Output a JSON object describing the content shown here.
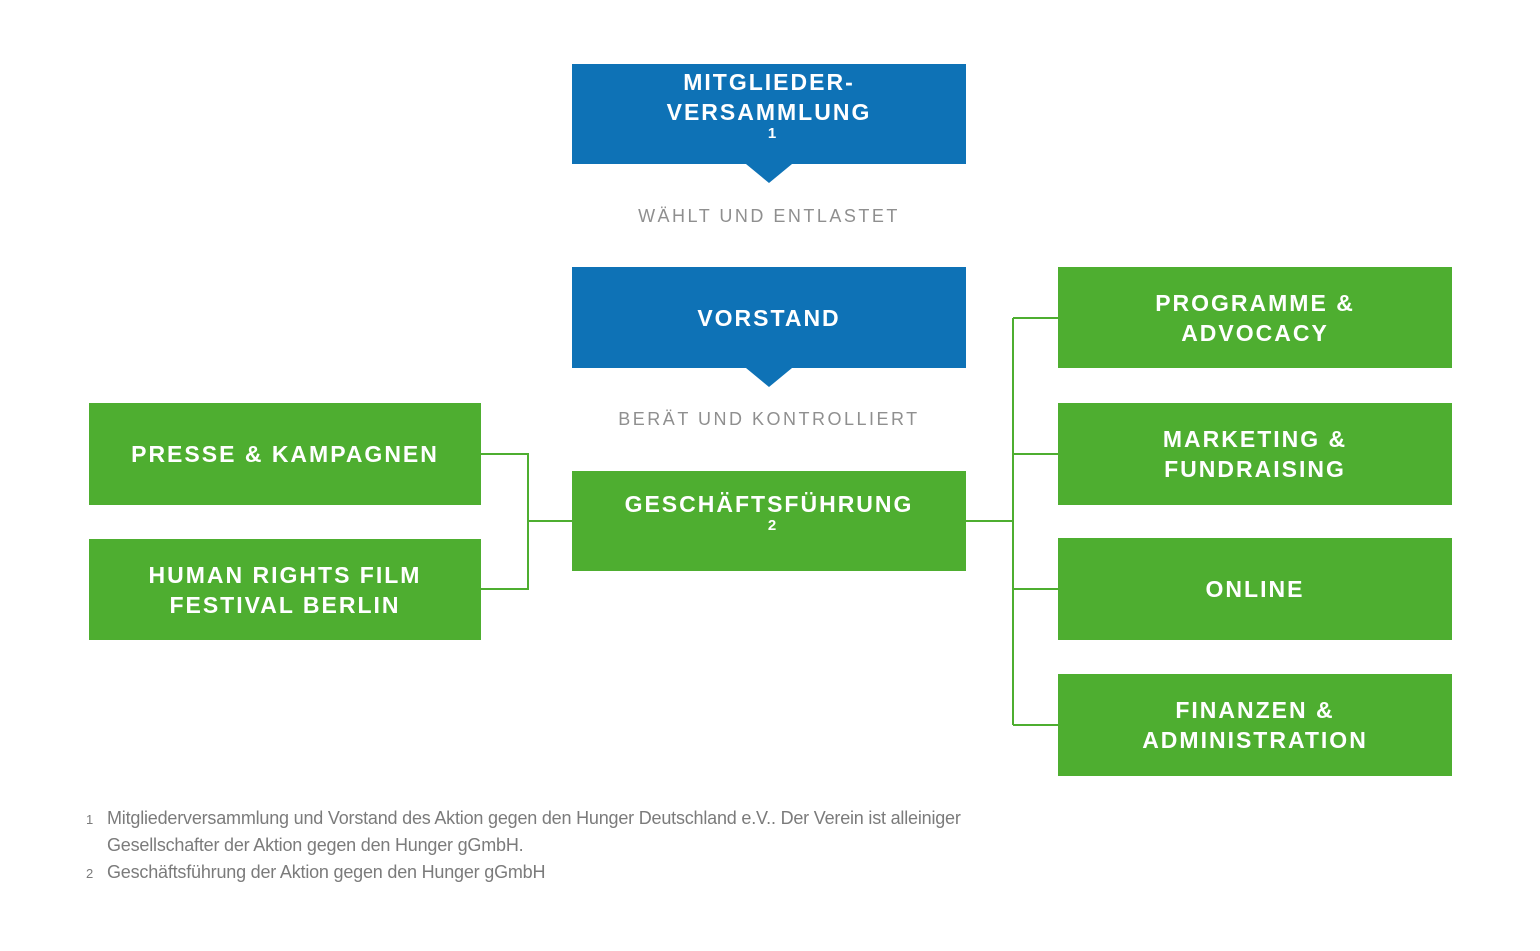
{
  "diagram": {
    "type": "org-chart",
    "colors": {
      "governance_blue": "#0e72b6",
      "department_green": "#4eae30",
      "relation_gray": "#8f8f8f",
      "footnote_gray": "#7b7b7b",
      "background": "#ffffff"
    },
    "chain": {
      "mitgliederversammlung": {
        "line1": "MITGLIEDER-",
        "line2": "VERSAMMLUNG",
        "footnote_ref": "1"
      },
      "relation1": "WÄHLT UND ENTLASTET",
      "vorstand": {
        "label": "VORSTAND"
      },
      "relation2": "BERÄT UND KONTROLLIERT",
      "geschaeftsfuehrung": {
        "label": "GESCHÄFTSFÜHRUNG",
        "footnote_ref": "2"
      }
    },
    "departments_left": [
      {
        "label": "PRESSE & KAMPAGNEN"
      },
      {
        "line1": "HUMAN RIGHTS FILM",
        "line2": "FESTIVAL BERLIN"
      }
    ],
    "departments_right": [
      {
        "line1": "PROGRAMME &",
        "line2": "ADVOCACY"
      },
      {
        "line1": "MARKETING &",
        "line2": "FUNDRAISING"
      },
      {
        "label": "ONLINE"
      },
      {
        "line1": "FINANZEN &",
        "line2": "ADMINISTRATION"
      }
    ],
    "footnotes": [
      {
        "marker": "1",
        "text": "Mitgliederversammlung und Vorstand des Aktion gegen den Hunger Deutschland e.V.. Der Verein ist alleiniger Gesellschafter der Aktion gegen den Hunger gGmbH."
      },
      {
        "marker": "2",
        "text": "Geschäftsführung der Aktion gegen den Hunger gGmbH"
      }
    ]
  }
}
